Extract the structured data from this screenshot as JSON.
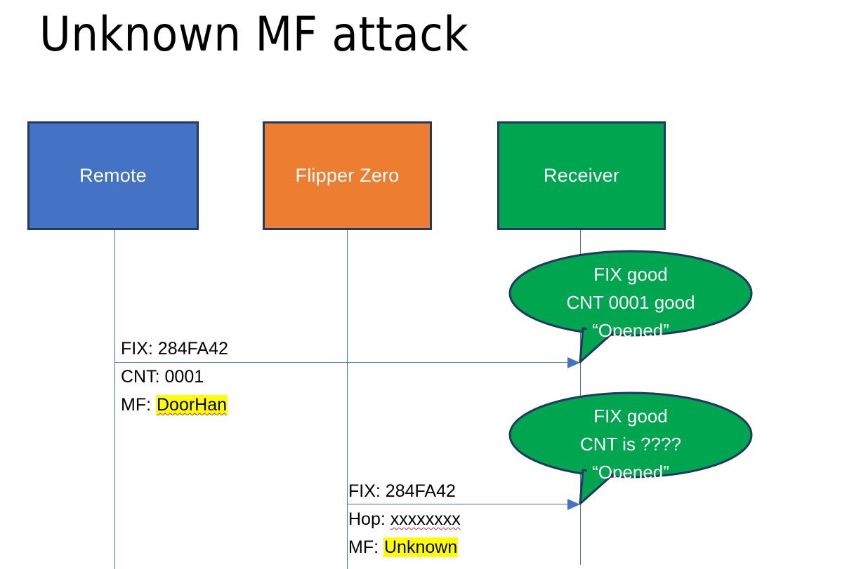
{
  "slide": {
    "title": "Unknown MF attack",
    "background_color": "#FFFFFF"
  },
  "colors": {
    "remote_box": "#4472C4",
    "flipper_box": "#ED7D31",
    "receiver_box": "#00A550",
    "box_border": "#1F3864",
    "lifeline": "#4472C4",
    "bubble_fill": "#00A550",
    "bubble_border": "#1F3864",
    "highlight": "#FFFF00",
    "spellcheck_underline": "#E03030",
    "text": "#000000",
    "box_label_text": "#FFFFFF"
  },
  "actors": [
    {
      "id": "remote",
      "label": "Remote"
    },
    {
      "id": "flipper",
      "label": "Flipper Zero"
    },
    {
      "id": "receiver",
      "label": "Receiver"
    }
  ],
  "messages": [
    {
      "id": "msg-1",
      "from": "remote",
      "to": "receiver",
      "lines": [
        {
          "label": "FIX:",
          "value": "284FA42",
          "highlighted": false,
          "spellcheck_error": false
        },
        {
          "label": "CNT:",
          "value": "0001",
          "highlighted": false,
          "spellcheck_error": false
        },
        {
          "label": "MF:",
          "value": "DoorHan",
          "highlighted": true,
          "spellcheck_error": true
        }
      ]
    },
    {
      "id": "msg-2",
      "from": "flipper",
      "to": "receiver",
      "lines": [
        {
          "label": "FIX:",
          "value": "284FA42",
          "highlighted": false,
          "spellcheck_error": false
        },
        {
          "label": "Hop:",
          "value": "xxxxxxxx",
          "highlighted": false,
          "spellcheck_error": true
        },
        {
          "label": "MF:",
          "value": "Unknown",
          "highlighted": true,
          "spellcheck_error": false
        }
      ]
    }
  ],
  "bubbles": [
    {
      "id": "bubble-1",
      "for_message": "msg-1",
      "lines": [
        "FIX good",
        "CNT 0001 good",
        "“Opened”"
      ]
    },
    {
      "id": "bubble-2",
      "for_message": "msg-2",
      "lines": [
        "FIX good",
        "CNT is ????",
        "“Opened”"
      ]
    }
  ]
}
